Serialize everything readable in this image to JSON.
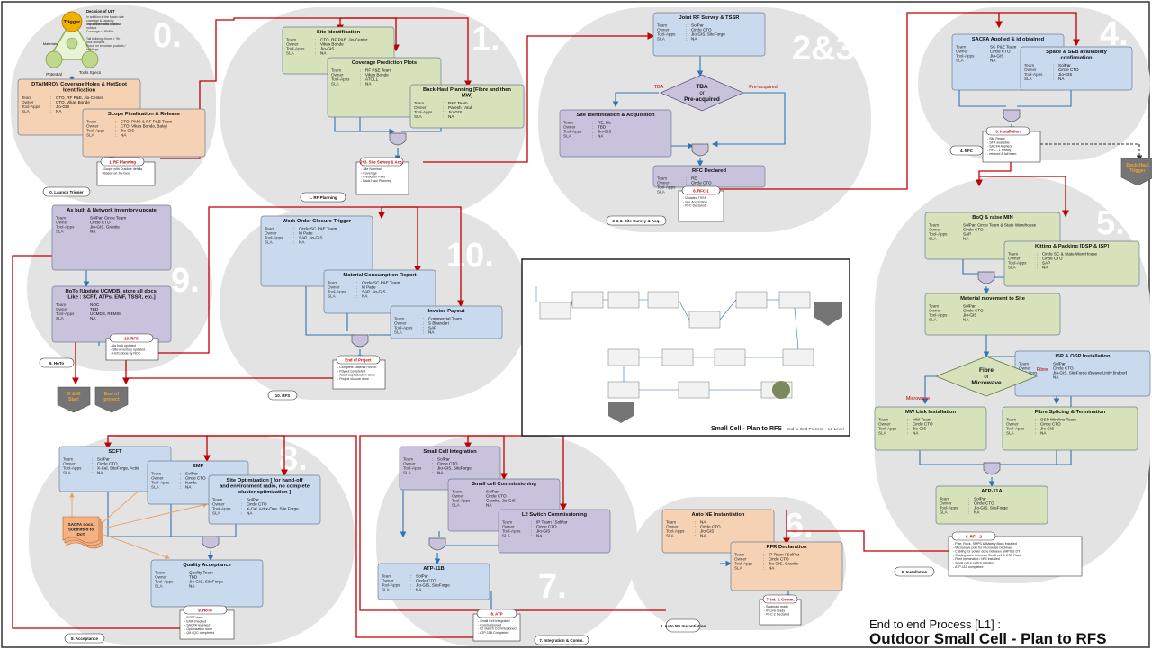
{
  "footer": {
    "line1": "End to end Process [L1] :",
    "line2": "Outdoor Small Cell   -   Plan to RFS"
  },
  "colors": {
    "blue_box": "#c9d9ee",
    "green_box": "#d7e2bb",
    "purple_box": "#c8c2dc",
    "orange_box": "#f6d2b4",
    "phase_bg": "#e4e4e4",
    "arrow_red": "#c00000",
    "arrow_blue": "#2e75b6",
    "trigger_gray": "#757575"
  },
  "phases": [
    {
      "number": "0.",
      "label": "0. Launch Trigger"
    },
    {
      "number": "1.",
      "label": "1. RF Planning"
    },
    {
      "number": "2&3.",
      "label": "2 & 3. Site Survey & Acq."
    },
    {
      "number": "4.",
      "label": "4. EFC"
    },
    {
      "number": "5.",
      "label": "5. Installation"
    },
    {
      "number": "6.",
      "label": "6. Auto NE Instantiation"
    },
    {
      "number": "7.",
      "label": "7. Integration & Comm."
    },
    {
      "number": "8.",
      "label": "8. Acceptance"
    },
    {
      "number": "9.",
      "label": "9. HoTo"
    },
    {
      "number": "10.",
      "label": "10. RFS"
    }
  ],
  "boxes": [
    {
      "id": "dta",
      "title": "DTA(MRO), Coverage Holes & HotSpot Identification",
      "rows": [
        [
          "Team",
          "CTO, RF P&E, Jio-Center"
        ],
        [
          "Owner",
          "CTO, Vikas Bonde"
        ],
        [
          "Tool-Apps",
          "Jio-GIS"
        ],
        [
          "SLA",
          "NA"
        ]
      ]
    },
    {
      "id": "scope",
      "title": "Scope Finalization & Release",
      "rows": [
        [
          "Team",
          "CTO, PMO & RF P&E Team"
        ],
        [
          "Owner",
          "CTO, Vikas Bonde, Balaji"
        ],
        [
          "Tool-Apps",
          "Jio-GIS"
        ],
        [
          "SLA",
          "NA"
        ]
      ]
    },
    {
      "id": "site_ident",
      "title": "Site Identification",
      "rows": [
        [
          "Team",
          "CTO, RF P&E, Jio-Center"
        ],
        [
          "Owner",
          "Vikas Bonde"
        ],
        [
          "Tool-Apps",
          "Jio-GIS"
        ],
        [
          "SLA",
          "NA"
        ]
      ]
    },
    {
      "id": "cov_pred",
      "title": "Coverage Prediction Plots",
      "rows": [
        [
          "Team",
          "RF P&E Team"
        ],
        [
          "Owner",
          "Vikas Bonde"
        ],
        [
          "Tool-Apps",
          "ATOLL"
        ],
        [
          "SLA",
          "NA"
        ]
      ]
    },
    {
      "id": "backhaul",
      "title": "Back-Haul Planning [Fibre and then MW]",
      "rows": [
        [
          "Team",
          "P&E Team"
        ],
        [
          "Owner",
          "Paresh / Atul"
        ],
        [
          "Tool-Apps",
          "Jio-GIS"
        ],
        [
          "SLA",
          "NA"
        ]
      ]
    },
    {
      "id": "joint_rf",
      "title": "Joint RF Survey & TSSR",
      "rows": [
        [
          "Team",
          "SolPar"
        ],
        [
          "Owner",
          "Circle CTO"
        ],
        [
          "Tool-Apps",
          "Jio-GIS, SiteForge"
        ],
        [
          "SLA",
          "NA"
        ]
      ]
    },
    {
      "id": "site_acq",
      "title": "Site Identification & Acquisition",
      "rows": [
        [
          "Team",
          "RE, Biz"
        ],
        [
          "Owner",
          "TBD"
        ],
        [
          "Tool-Apps",
          "Jio-GIS"
        ],
        [
          "SLA",
          "NA"
        ]
      ]
    },
    {
      "id": "rfc",
      "title": "RFC Declared",
      "rows": [
        [
          "Team",
          "RE"
        ],
        [
          "Owner",
          "Circle CTO"
        ],
        [
          "Tool-Apps",
          "Jio-GIS"
        ],
        [
          "SLA",
          "NA"
        ]
      ]
    },
    {
      "id": "sacfa",
      "title": "SACFA Applied & id obtained",
      "rows": [
        [
          "Team",
          "SC P&E Team"
        ],
        [
          "Owner",
          "Circle CTO"
        ],
        [
          "Tool-Apps",
          "Jio-GIS"
        ],
        [
          "SLA",
          "NA"
        ]
      ]
    },
    {
      "id": "space_seb",
      "title": "Space & SEB availability confirmation",
      "rows": [
        [
          "Team",
          "SolPar"
        ],
        [
          "Owner",
          "Circle CTO"
        ],
        [
          "Tool-Apps",
          "Jio-GIS"
        ],
        [
          "SLA",
          "NA"
        ]
      ]
    },
    {
      "id": "boq",
      "title": "BoQ & raise MIN",
      "rows": [
        [
          "Team",
          "SolPar, Circle Team & State Warehouse"
        ],
        [
          "Owner",
          "Circle CTO"
        ],
        [
          "Tool-Apps",
          "SAP"
        ],
        [
          "SLA",
          "NA"
        ]
      ]
    },
    {
      "id": "kitting",
      "title": "Kitting & Packing [DSP & ISP]",
      "rows": [
        [
          "Team",
          "Circle SC & State WareHouse"
        ],
        [
          "Owner",
          "Circle CTO"
        ],
        [
          "Tool-Apps",
          "SAP"
        ],
        [
          "SLA",
          "NA"
        ]
      ]
    },
    {
      "id": "mat_move",
      "title": "Material movement to Site",
      "rows": [
        [
          "Team",
          "SolPar"
        ],
        [
          "Owner",
          "Circle CTO"
        ],
        [
          "Tool-Apps",
          "Jio-GIS"
        ],
        [
          "SLA",
          "NA"
        ]
      ]
    },
    {
      "id": "isp_osp",
      "title": "ISP & OSP Installation",
      "rows": [
        [
          "Team",
          "SolPar"
        ],
        [
          "Owner",
          "Circle CTO"
        ],
        [
          "Tool-Apps",
          "Jio-GIS, SiteForge iBwave Unity [indoor]"
        ],
        [
          "SLA",
          "NA"
        ]
      ]
    },
    {
      "id": "mw_link",
      "title": "MW Link Installation",
      "rows": [
        [
          "Team",
          "MW Team"
        ],
        [
          "Owner",
          "Circle CTO"
        ],
        [
          "Tool-Apps",
          "Jio-GIS"
        ],
        [
          "SLA",
          "NA"
        ]
      ]
    },
    {
      "id": "fibre_splice",
      "title": "Fibre Splicing & Termination",
      "rows": [
        [
          "Team",
          "OSP Wireline Team"
        ],
        [
          "Owner",
          "Circle CTO"
        ],
        [
          "Tool-Apps",
          "Jio-GIS"
        ],
        [
          "SLA",
          "NA"
        ]
      ]
    },
    {
      "id": "atp11a",
      "title": "ATP-11A",
      "rows": [
        [
          "Team",
          "SolPar"
        ],
        [
          "Owner",
          "Circle CTO"
        ],
        [
          "Tool-Apps",
          "Jio-GIS, SiteForge"
        ],
        [
          "SLA",
          "NA"
        ]
      ]
    },
    {
      "id": "auto_ne",
      "title": "Auto NE Instantiation",
      "rows": [
        [
          "Team",
          "NA"
        ],
        [
          "Owner",
          "Circle CTO"
        ],
        [
          "Tool-Apps",
          "Jio-GIS"
        ],
        [
          "SLA",
          "NA"
        ]
      ]
    },
    {
      "id": "rfr",
      "title": "RFR Declaration",
      "rows": [
        [
          "Team",
          "IP Team / SolPar"
        ],
        [
          "Owner",
          "Circle CTO"
        ],
        [
          "Tool-Apps",
          "Jio-GIS, Granite"
        ],
        [
          "SLA",
          "NA"
        ]
      ]
    },
    {
      "id": "sc_integ",
      "title": "Small Cell Integration",
      "rows": [
        [
          "Team",
          "SolPar"
        ],
        [
          "Owner",
          "Circle CTO"
        ],
        [
          "Tool-Apps",
          "Jio-GIS, SiteForge"
        ],
        [
          "SLA",
          "NA"
        ]
      ]
    },
    {
      "id": "sc_comm",
      "title": "Small cell Commissioning",
      "rows": [
        [
          "Team",
          "SolPar"
        ],
        [
          "Owner",
          "Circle CTO"
        ],
        [
          "Tool-Apps",
          "Granite, Jio-GIS"
        ],
        [
          "SLA",
          "NA"
        ]
      ]
    },
    {
      "id": "l2_switch",
      "title": "L2 Switch Commissioning",
      "rows": [
        [
          "Team",
          "IP Team / SolPar"
        ],
        [
          "Owner",
          "Circle CTO"
        ],
        [
          "Tool-Apps",
          "Jio-GIS"
        ],
        [
          "SLA",
          "NA"
        ]
      ]
    },
    {
      "id": "atp11b",
      "title": "ATP-11B",
      "rows": [
        [
          "Team",
          "SolPar"
        ],
        [
          "Owner",
          "Circle CTO"
        ],
        [
          "Tool-Apps",
          "Jio-GIS, SiteForge"
        ],
        [
          "SLA",
          "NA"
        ]
      ]
    },
    {
      "id": "scft",
      "title": "SCFT",
      "rows": [
        [
          "Team",
          "SolPar"
        ],
        [
          "Owner",
          "Circle CTO"
        ],
        [
          "Tool-Apps",
          "X-Cal, SiteForge, Actix"
        ],
        [
          "SLA",
          "NA"
        ]
      ]
    },
    {
      "id": "emf",
      "title": "EMF",
      "rows": [
        [
          "Team",
          "SolPar"
        ],
        [
          "Owner",
          "Circle CTO"
        ],
        [
          "Tool-Apps",
          "Narda"
        ],
        [
          "SLA",
          "NA"
        ]
      ]
    },
    {
      "id": "site_opt",
      "title": "Site Optimization [ for hand-off and environment radio, no complete cluster optimization ]",
      "rows": [
        [
          "Team",
          "SolPar"
        ],
        [
          "Owner",
          "Circle CTO"
        ],
        [
          "Tool-Apps",
          "X-Cal, Actix-One, Site Forge"
        ],
        [
          "SLA",
          "NA"
        ]
      ]
    },
    {
      "id": "qual_acc",
      "title": "Quality Acceptance",
      "rows": [
        [
          "Team",
          "Quality Team"
        ],
        [
          "Owner",
          "TBD"
        ],
        [
          "Tool-Apps",
          "Jio-GIS, SiteForge"
        ],
        [
          "SLA",
          "NA"
        ]
      ]
    },
    {
      "id": "asbuilt",
      "title": "As built & Network inventory update",
      "rows": [
        [
          "Team",
          "SolPar, Circle Team"
        ],
        [
          "Owner",
          "Circle CTO"
        ],
        [
          "Tool-Apps",
          "Jio-GIS, Granite"
        ],
        [
          "SLA",
          "NA"
        ]
      ]
    },
    {
      "id": "hoto",
      "title": "HoTo [Update UCMDB, store all docs. Like : SCFT, ATPs, EMF, TSSR, etc.]",
      "rows": [
        [
          "Team",
          "NOC"
        ],
        [
          "Owner",
          "TBD"
        ],
        [
          "Tool-Apps",
          "UCMDB, REMIS"
        ],
        [
          "SLA",
          "NA"
        ]
      ]
    },
    {
      "id": "wo_close",
      "title": "Work Order Closure Trigger",
      "rows": [
        [
          "Team",
          "Circle SC P&E Team"
        ],
        [
          "Owner",
          "M Patle"
        ],
        [
          "Tool-Apps",
          "SAP, Jio-GIS"
        ],
        [
          "SLA",
          "NA"
        ]
      ]
    },
    {
      "id": "mat_consume",
      "title": "Material Consumption Report",
      "rows": [
        [
          "Team",
          "Circle SC P&E Team"
        ],
        [
          "Owner",
          "M Patle"
        ],
        [
          "Tool-Apps",
          "SAP, Jio-GIS"
        ],
        [
          "SLA",
          "NA"
        ]
      ]
    },
    {
      "id": "invoice",
      "title": "Invoice Payout",
      "rows": [
        [
          "Team",
          "Commercial Team"
        ],
        [
          "Owner",
          "S Bhandari"
        ],
        [
          "Tool-Apps",
          "SAP"
        ],
        [
          "SLA",
          "NA"
        ]
      ]
    }
  ],
  "decisions": {
    "tba": {
      "line1": "TBA",
      "line2": "or",
      "line3": "Pre-acquired",
      "left": "TBA",
      "right": "Pre-acquired"
    },
    "fibre": {
      "line1": "Fibre",
      "line2": "or",
      "line3": "Microwave",
      "left": "Microwave",
      "right": "Fibre"
    }
  },
  "milestones": [
    {
      "id": "rf_planning",
      "title": "1. RF Planning",
      "notes": [
        "Scope with Outdoor details",
        "Based on Jio-Geo"
      ]
    },
    {
      "id": "survey_acq",
      "title": "2+3. Site Survey & Acq.",
      "notes": [
        "Site Nominal",
        "Coverage",
        "Prediction Plots",
        "Back-Haul Planning"
      ]
    },
    {
      "id": "rfc1",
      "title": "6. RFC-1",
      "notes": [
        "Updated TSSR",
        "Site Acquisition",
        "RFC Declared"
      ]
    },
    {
      "id": "installation",
      "title": "3. Installation",
      "notes": [
        "Site Ready",
        "SFR available",
        "SACFA Applied",
        "RFC - 1 Ready",
        "retuned & fail team"
      ]
    },
    {
      "id": "rfi2",
      "title": "8. RFI - 2",
      "notes": [
        "Pole, Rack, SMPS & Battery Bank installed",
        "Microwave pole for Microwave backhaul",
        "Cabling for power done between SMPS & DT",
        "Cabling done between Small cell & OSP Rack",
        "Fibre terminated / MW installed",
        "Small cell & switch installed",
        "ATP-11A completed"
      ]
    },
    {
      "id": "int_comm",
      "title": "7. Int. & Comm.",
      "notes": [
        "Backhaul ready",
        "IP Link ready",
        "RFC-2 Declared"
      ]
    },
    {
      "id": "atp_ms",
      "title": "8. ATP",
      "notes": [
        "Small Cell Integrated",
        "Commissioned",
        "L2 Switch Commissioned",
        "ATP-11B Completed"
      ]
    },
    {
      "id": "hoto_ms",
      "title": "9. HoTo",
      "notes": [
        "SCFT done",
        "EMF checked",
        "SACFA received",
        "Optimization done",
        "QA / QC completed"
      ]
    },
    {
      "id": "rfs_ms",
      "title": "10. RFS",
      "notes": [
        "As built updated",
        "Site inventory updated",
        "HoTo done by NOC"
      ]
    },
    {
      "id": "end_project",
      "title": "End of Project",
      "notes": [
        "Complete Material Recon.",
        "Payout completed",
        "Asset capitalization done",
        "Project closure done"
      ]
    }
  ],
  "triggers": [
    {
      "id": "backhaul_trigger",
      "label": "Back-Haul Trigger"
    },
    {
      "id": "om_start",
      "label": "O & M Start"
    },
    {
      "id": "end_of_project",
      "label": "End of project"
    }
  ],
  "launch_trigger": {
    "trigger": "Trigger",
    "materials": "Materials",
    "potential": "Potential",
    "tools_specs": "Tools Specs",
    "note_title": "Decision of ULT",
    "note_lines": [
      "In addition to the Macro site coverage & capacity requirement with indoor & outdoor",
      "The fundamental criteria:",
      "Coverage < -95dBm",
      "Tall buildings floors > 7th floor onwards",
      "Focus on important pockets / buildings"
    ]
  },
  "sacfa_docs": "SACFA docs. Submitted to DoT",
  "overview": {
    "title": "Small Cell  -  Plan to RFS",
    "subtitle": "End-to-End Process – L0 Level"
  }
}
